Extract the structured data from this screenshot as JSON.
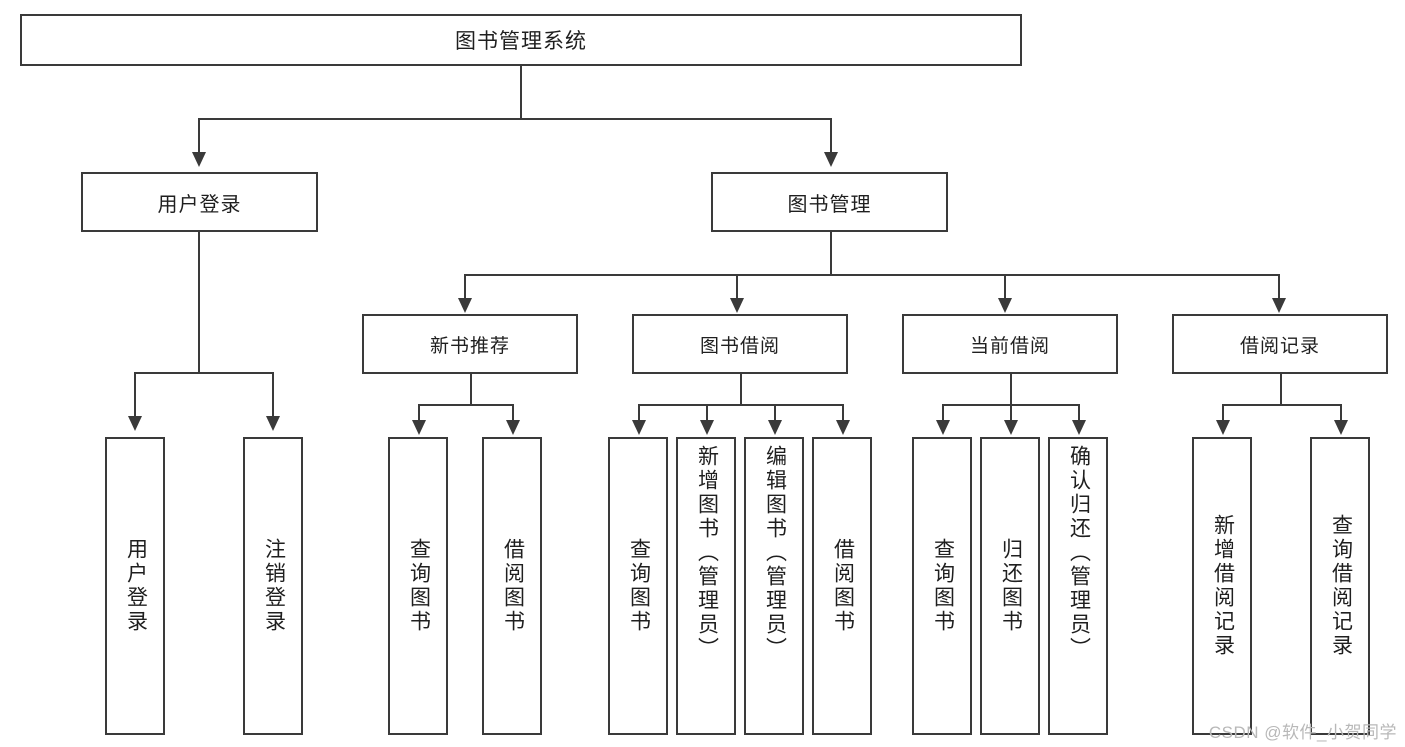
{
  "diagram": {
    "title": "图书管理系统",
    "type": "tree",
    "root": {
      "label": "图书管理系统"
    },
    "level2": [
      {
        "id": "user-login",
        "label": "用户登录"
      },
      {
        "id": "book-management",
        "label": "图书管理"
      }
    ],
    "level3": [
      {
        "id": "new-book-recommend",
        "label": "新书推荐",
        "parent": "book-management"
      },
      {
        "id": "book-borrow",
        "label": "图书借阅",
        "parent": "book-management"
      },
      {
        "id": "current-borrow",
        "label": "当前借阅",
        "parent": "book-management"
      },
      {
        "id": "borrow-record",
        "label": "借阅记录",
        "parent": "book-management"
      }
    ],
    "leaves": [
      {
        "id": "leaf-user-login",
        "label": "用户登录",
        "parent": "user-login"
      },
      {
        "id": "leaf-user-logout",
        "label": "注销登录",
        "parent": "user-login"
      },
      {
        "id": "leaf-query-book-rec",
        "label": "查询图书",
        "parent": "new-book-recommend"
      },
      {
        "id": "leaf-borrow-book-rec",
        "label": "借阅图书",
        "parent": "new-book-recommend"
      },
      {
        "id": "leaf-query-book-borrow",
        "label": "查询图书",
        "parent": "book-borrow"
      },
      {
        "id": "leaf-add-book",
        "label": "新增图书（管理员）",
        "parent": "book-borrow"
      },
      {
        "id": "leaf-edit-book",
        "label": "编辑图书（管理员）",
        "parent": "book-borrow"
      },
      {
        "id": "leaf-borrow-book",
        "label": "借阅图书",
        "parent": "book-borrow"
      },
      {
        "id": "leaf-query-book-current",
        "label": "查询图书",
        "parent": "current-borrow"
      },
      {
        "id": "leaf-return-book",
        "label": "归还图书",
        "parent": "current-borrow"
      },
      {
        "id": "leaf-confirm-return",
        "label": "确认归还（管理员）",
        "parent": "current-borrow"
      },
      {
        "id": "leaf-add-record",
        "label": "新增借阅记录",
        "parent": "borrow-record"
      },
      {
        "id": "leaf-query-record",
        "label": "查询借阅记录",
        "parent": "borrow-record"
      }
    ]
  },
  "watermark": {
    "text": "CSDN @软件_小贺同学"
  },
  "colors": {
    "background": "#ffffff",
    "border": "#3a3a3a",
    "text": "#1f1f1f",
    "watermark": "#b8b8b8"
  }
}
